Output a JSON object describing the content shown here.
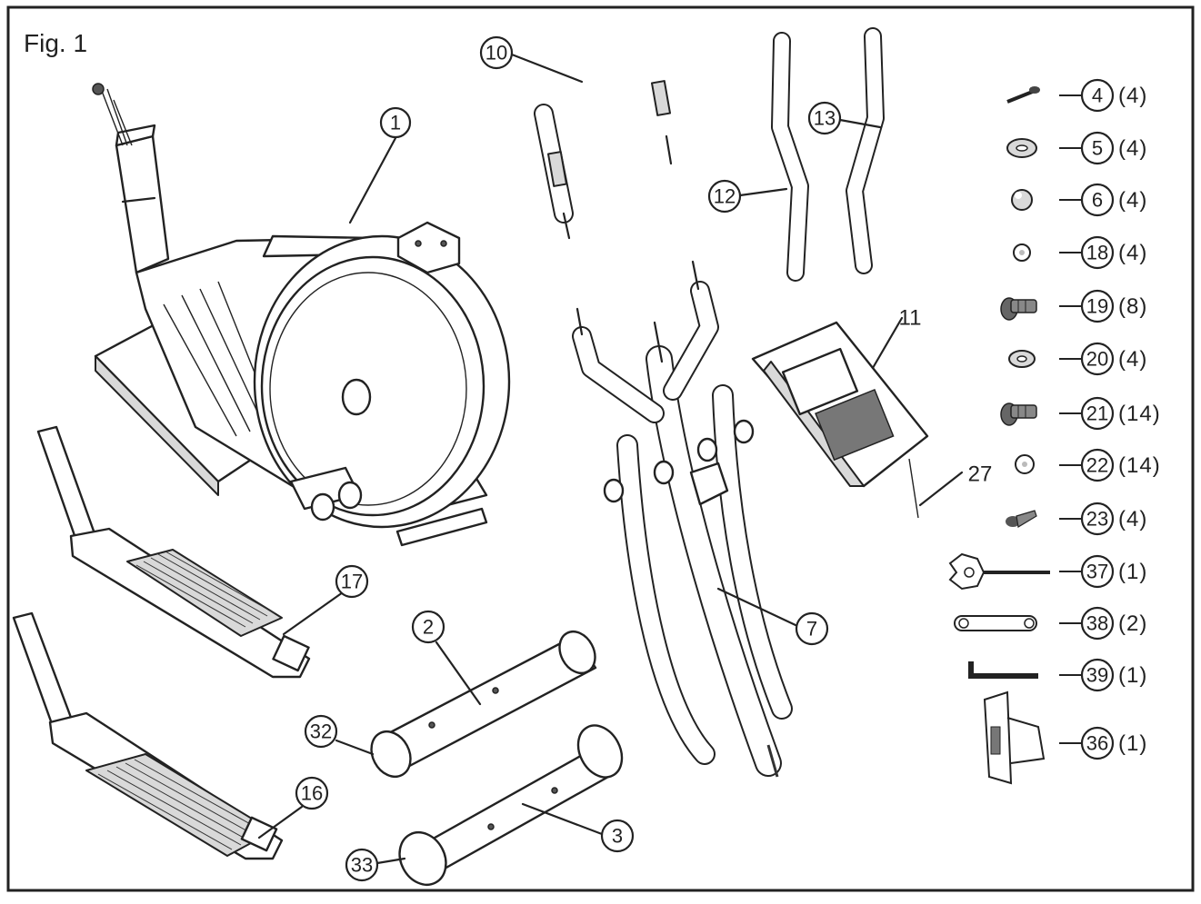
{
  "figure": {
    "title": "Fig. 1"
  },
  "callouts": {
    "p1": "1",
    "p2": "2",
    "p3": "3",
    "p7": "7",
    "p10": "10",
    "p11": "11",
    "p12": "12",
    "p13": "13",
    "p16": "16",
    "p17": "17",
    "p27": "27",
    "p32": "32",
    "p33": "33"
  },
  "hardware": [
    {
      "part": "4",
      "qty": "(4)",
      "icon": "bolt-icon"
    },
    {
      "part": "5",
      "qty": "(4)",
      "icon": "curved-washer-icon"
    },
    {
      "part": "6",
      "qty": "(4)",
      "icon": "cap-nut-icon"
    },
    {
      "part": "18",
      "qty": "(4)",
      "icon": "flat-washer-icon"
    },
    {
      "part": "19",
      "qty": "(8)",
      "icon": "screw-icon"
    },
    {
      "part": "20",
      "qty": "(4)",
      "icon": "curved-washer-icon"
    },
    {
      "part": "21",
      "qty": "(14)",
      "icon": "screw-icon"
    },
    {
      "part": "22",
      "qty": "(14)",
      "icon": "flat-washer-icon"
    },
    {
      "part": "23",
      "qty": "(4)",
      "icon": "self-tapping-screw-icon"
    },
    {
      "part": "37",
      "qty": "(1)",
      "icon": "wrench-tool-icon"
    },
    {
      "part": "38",
      "qty": "(2)",
      "icon": "spanner-icon"
    },
    {
      "part": "39",
      "qty": "(1)",
      "icon": "allen-key-icon"
    },
    {
      "part": "36",
      "qty": "(1)",
      "icon": "bottle-holder-icon"
    }
  ]
}
